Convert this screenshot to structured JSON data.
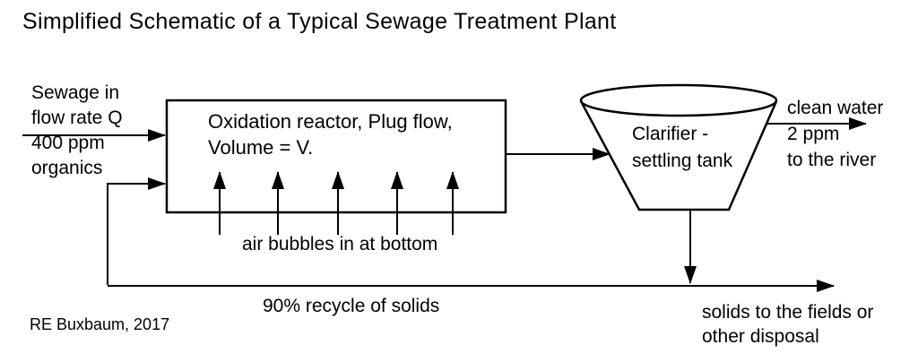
{
  "title": "Simplified Schematic of a Typical Sewage Treatment Plant",
  "influent": {
    "line1": "Sewage in",
    "line2": "flow rate Q",
    "line3": "400 ppm",
    "line4": "organics"
  },
  "reactor": {
    "line1": "Oxidation reactor, Plug flow,",
    "line2": "Volume = V.",
    "air_label": "air bubbles in at bottom"
  },
  "clarifier": {
    "line1": "Clarifier -",
    "line2": "settling tank"
  },
  "effluent": {
    "line1": "clean water",
    "line2": "2 ppm",
    "line3": "to the river"
  },
  "recycle": {
    "label": "90% recycle of solids"
  },
  "solids": {
    "line1": "solids to the fields or",
    "line2": "other disposal"
  },
  "credit": "RE Buxbaum, 2017",
  "colors": {
    "line": "#000000",
    "text": "#000000",
    "background": "#ffffff"
  }
}
